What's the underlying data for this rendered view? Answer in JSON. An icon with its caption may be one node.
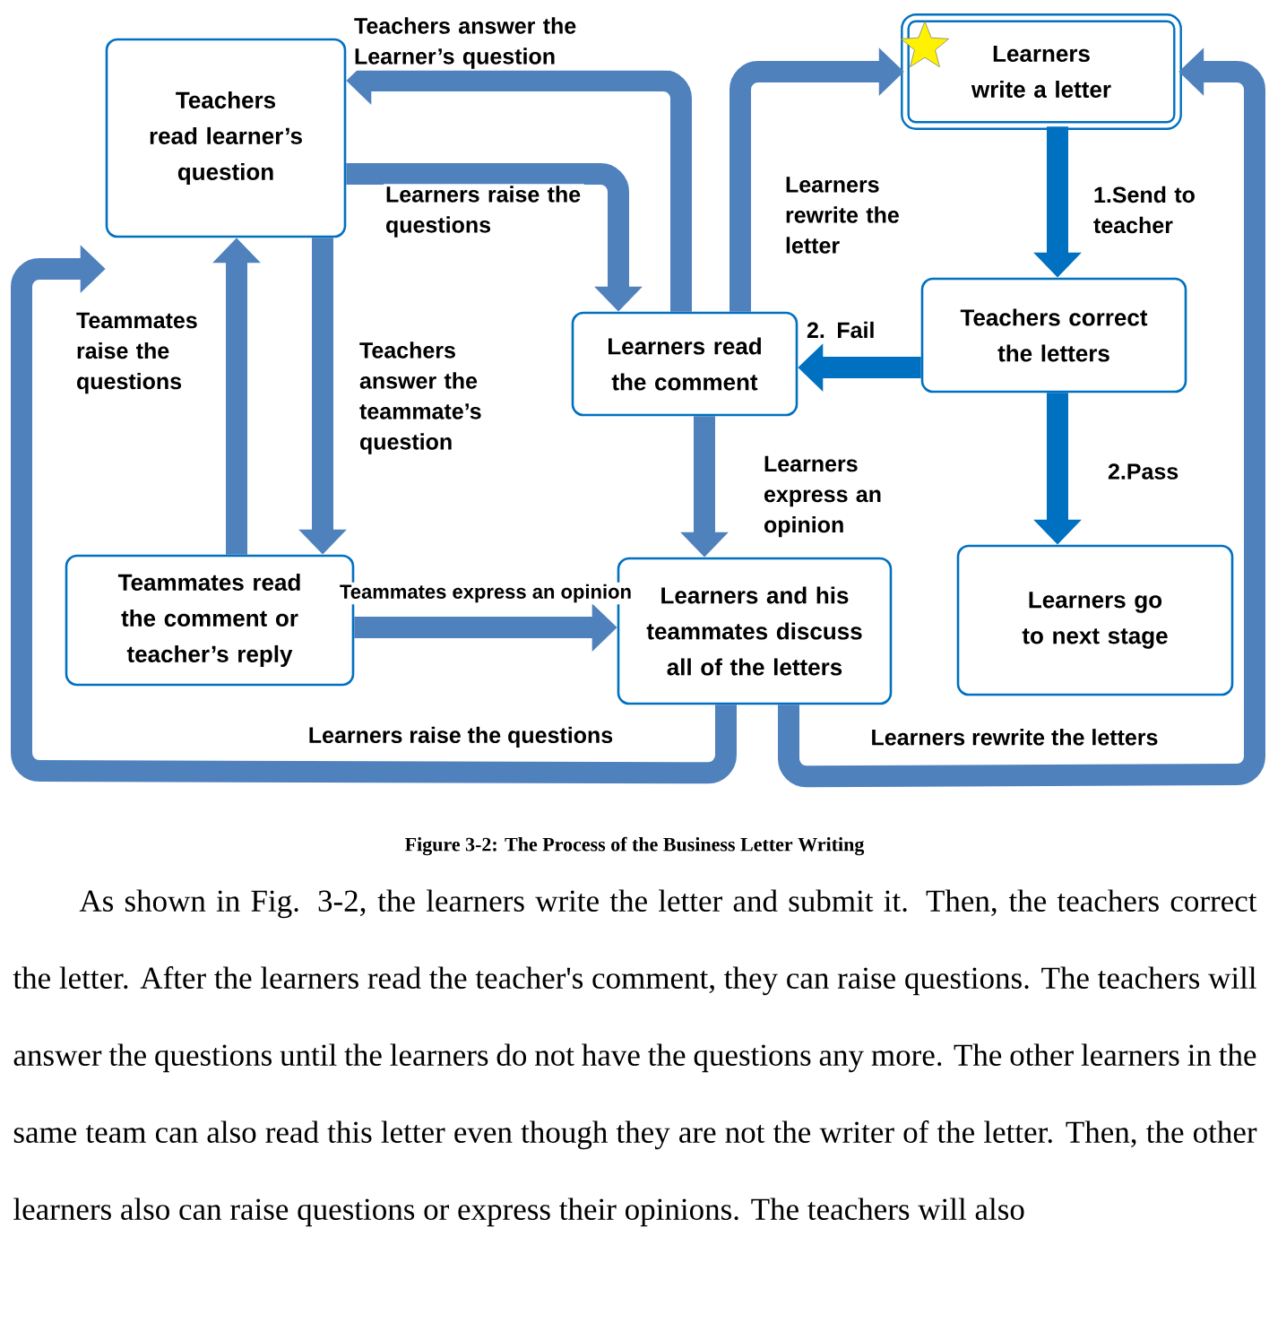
{
  "diagram": {
    "caption": "Figure 3-2: The Process of the Business Letter Writing",
    "nodes": [
      {
        "text": [
          "Teachers read learner’s question"
        ]
      },
      {
        "text": [
          "Learners write a letter"
        ]
      },
      {
        "text": [
          "Teachers correct the letters"
        ]
      },
      {
        "text": [
          "Learners read the comment"
        ]
      },
      {
        "text": [
          "Teammates read the comment or teacher’s reply"
        ]
      },
      {
        "text": [
          "Learners and his teammates discuss all of the letters"
        ]
      },
      {
        "text": [
          "Learners go to next stage"
        ]
      }
    ],
    "edges": [
      {
        "from": 3,
        "to": 0,
        "arrow": "to",
        "label": "Teachers answer the Learner’s question"
      },
      {
        "from": 0,
        "to": 3,
        "arrow": "to",
        "label": "Learners raise the questions"
      },
      {
        "from": 3,
        "to": 1,
        "arrow": "to",
        "label": "Learners rewrite the letter"
      },
      {
        "from": 1,
        "to": 2,
        "arrow": "to",
        "label": "1.Send to teacher",
        "color": "#0070c0"
      },
      {
        "from": 2,
        "to": 3,
        "arrow": "to",
        "label": "2. Fail",
        "color": "#0070c0"
      },
      {
        "from": 2,
        "to": 6,
        "arrow": "to",
        "label": "2.Pass",
        "color": "#0070c0"
      },
      {
        "from": 4,
        "to": 0,
        "arrow": "to",
        "label": "Teammates raise the questions"
      },
      {
        "from": 0,
        "to": 4,
        "arrow": "to",
        "label": "Teachers answer the teammate’s question"
      },
      {
        "from": 3,
        "to": 5,
        "arrow": "to",
        "label": "Learners express an opinion"
      },
      {
        "from": 4,
        "to": 5,
        "arrow": "to",
        "label": "Teammates express an opinion"
      },
      {
        "from": 5,
        "to": 0,
        "arrow": "to",
        "label": "Learners raise the questions"
      },
      {
        "from": 5,
        "to": 1,
        "arrow": "to",
        "label": "Learners rewrite the letters"
      }
    ],
    "labels": [
      "As shown in Fig. 3-2, the learners write the letter and submit it. Then, the teachers correct the letter. After the learners read the teacher's comment, they can raise questions. The teachers will answer the questions until the learners do not have the questions any more. The other learners in the same team can also read this letter even though they are not the writer of the letter. Then, the other learners also can raise questions or express their opinions. The teachers will also"
    ]
  }
}
